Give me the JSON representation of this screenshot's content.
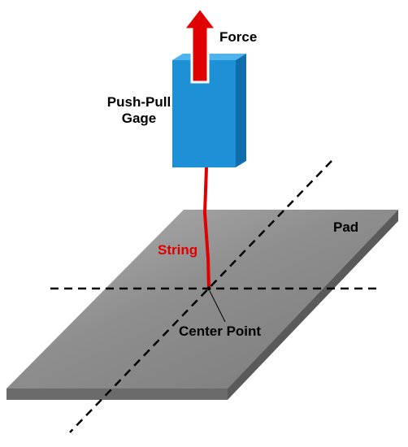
{
  "labels": {
    "force": "Force",
    "gage_line1": "Push-Pull",
    "gage_line2": "Gage",
    "string": "String",
    "pad": "Pad",
    "center_point": "Center Point"
  },
  "colors": {
    "force_arrow": "#e00000",
    "string": "#e00000",
    "string_label": "#e00000",
    "gage_front": "#1e90d6",
    "gage_top": "#4fb3ee",
    "gage_side": "#0f6fae",
    "pad_top": "#8a8a8a",
    "pad_front": "#6e6e6e",
    "pad_side": "#5a5a5a",
    "dashed_axes": "#000000"
  }
}
